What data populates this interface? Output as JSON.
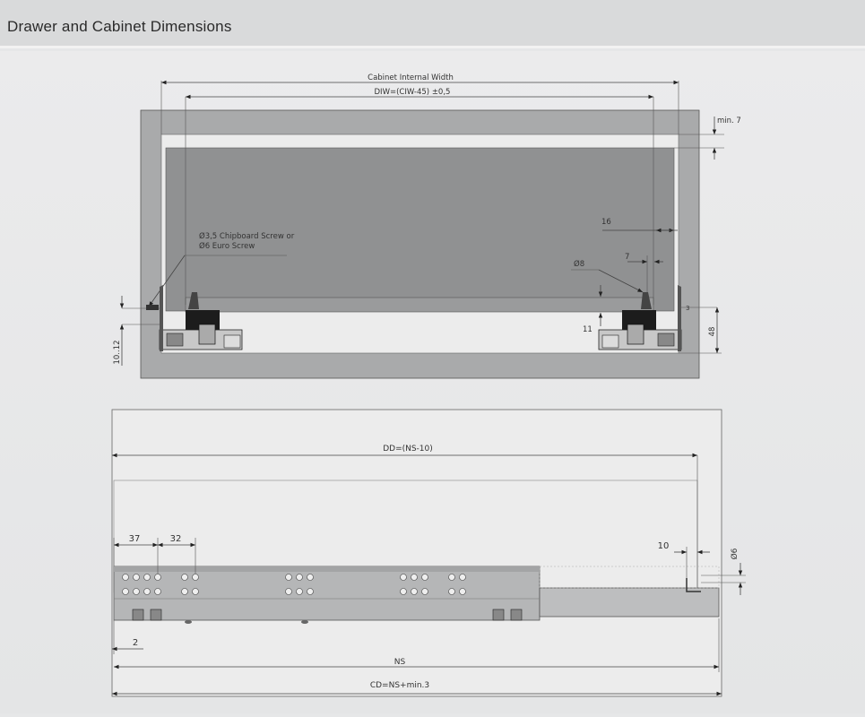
{
  "header": {
    "title": "Drawer and Cabinet Dimensions"
  },
  "front_view": {
    "cabinet_internal_width_label": "Cabinet Internal Width",
    "diw_label": "DIW=(CIW-45) ±0,5",
    "min7_label": "min. 7",
    "dim_16": "16",
    "dim_7": "7",
    "dia8_label": "Ø8",
    "dim_11": "11",
    "dim_3": "3",
    "dim_48": "48",
    "dim_10_12": "10..12",
    "screw_label_line1": "Ø3,5 Chipboard Screw or",
    "screw_label_line2": "Ø6 Euro Screw"
  },
  "side_view": {
    "dd_label": "DD=(NS-10)",
    "dim_37": "37",
    "dim_32": "32",
    "dim_10": "10",
    "dia6_label": "Ø6",
    "dim_2": "2",
    "ns_label": "NS",
    "cd_label": "CD=NS+min.3"
  }
}
